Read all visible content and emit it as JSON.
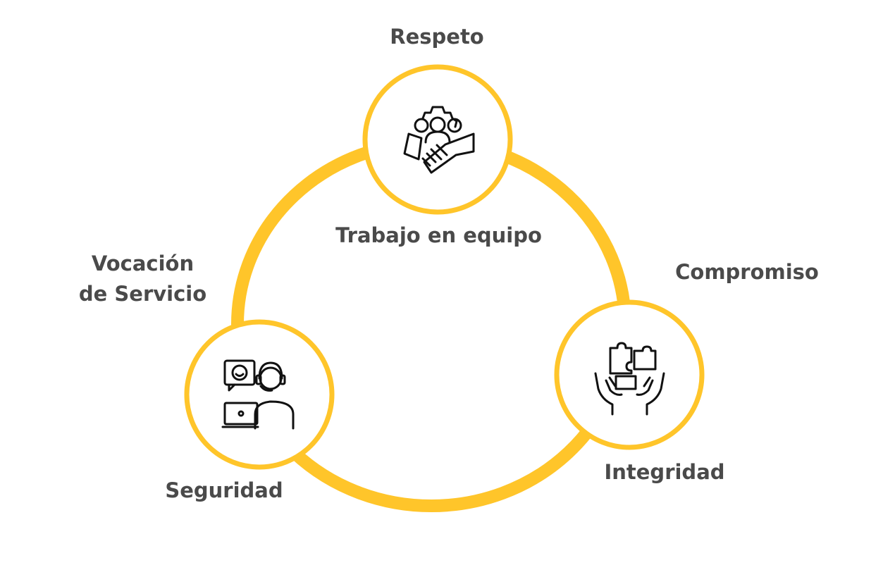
{
  "colors": {
    "accent": "#FFC52A",
    "text": "#4a4a4a",
    "icon": "#111111"
  },
  "labels": {
    "respeto": "Respeto",
    "trabajo": "Trabajo en equipo",
    "compromiso": "Compromiso",
    "vocacion_line1": "Vocación",
    "vocacion_line2": "de Servicio",
    "integridad": "Integridad",
    "seguridad": "Seguridad"
  },
  "icons": [
    "teamwork-handshake-icon",
    "customer-service-icon",
    "puzzle-hands-icon"
  ]
}
